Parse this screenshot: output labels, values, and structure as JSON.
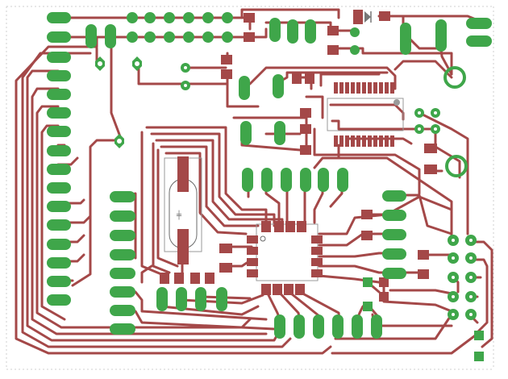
{
  "colors": {
    "copper_top": "#a44848",
    "pad": "#3fa64a",
    "silkscreen": "#9a9a9a",
    "background": "#ffffff"
  },
  "components": {
    "crystal": {
      "icon": "crystal-oscillator-symbol"
    },
    "diode": {
      "icon": "diode-symbol"
    },
    "mcu_chip": {
      "icon": "qfp-ic"
    },
    "soic_chip": {
      "icon": "soic-ic"
    }
  }
}
